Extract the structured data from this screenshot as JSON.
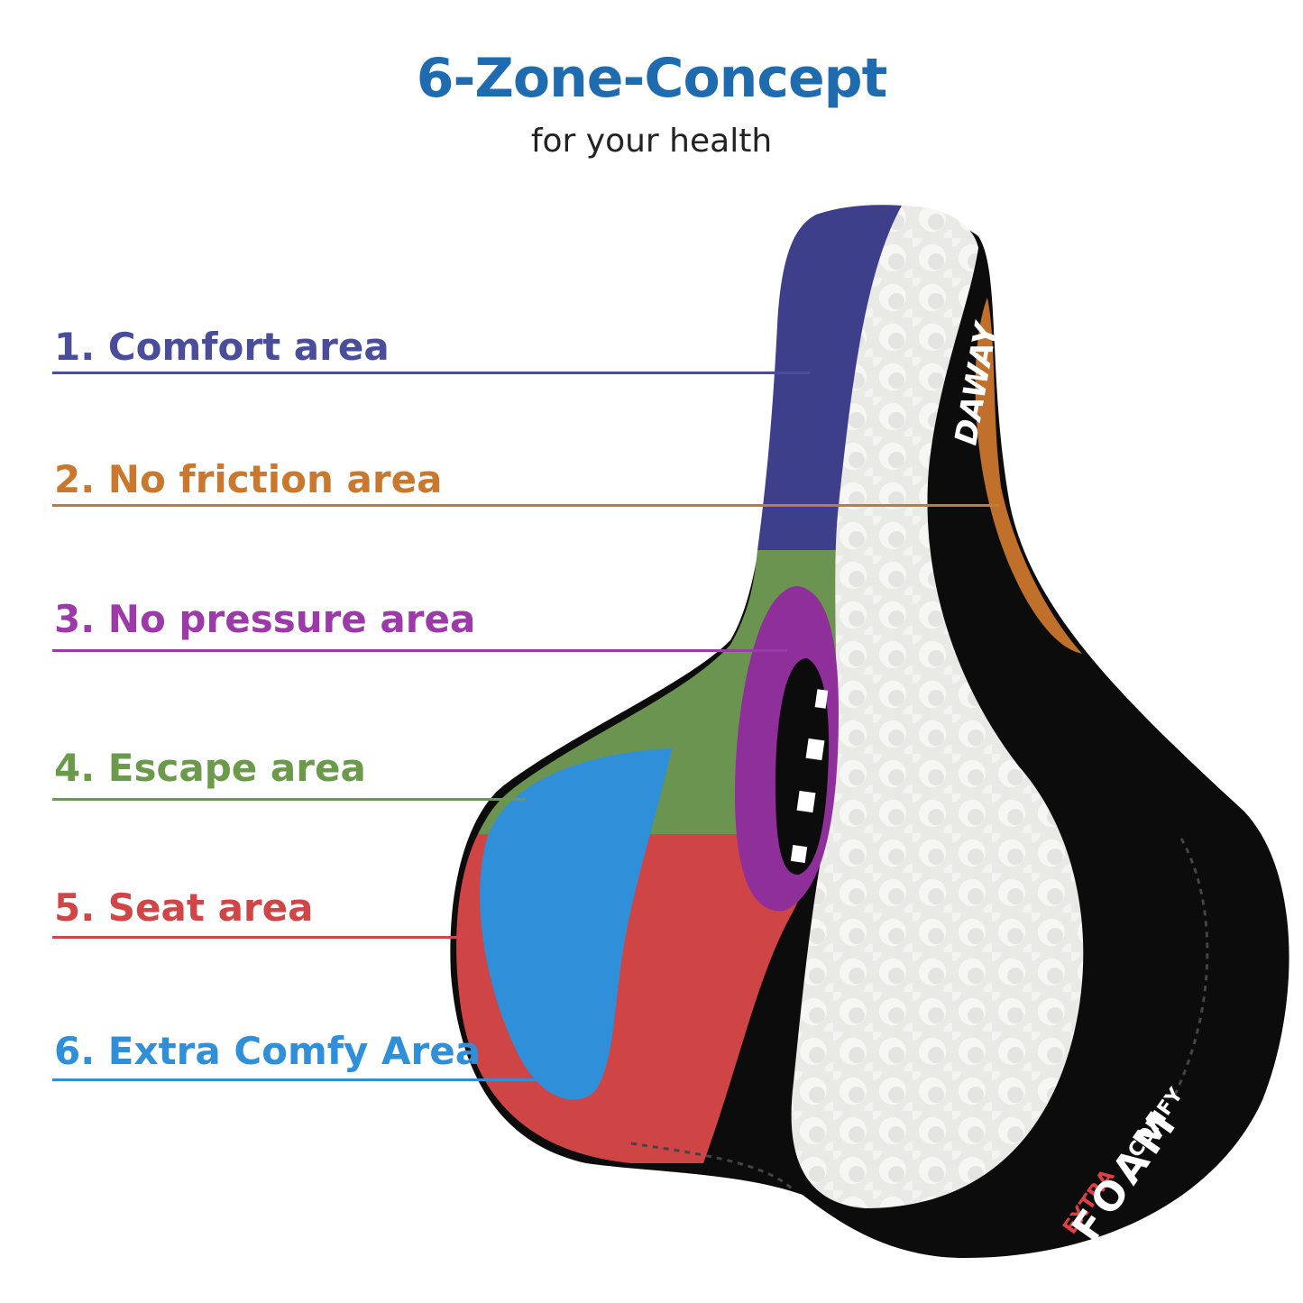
{
  "header": {
    "title": "6-Zone-Concept",
    "subtitle": "for your health",
    "title_color": "#1f6bb0",
    "subtitle_color": "#222222"
  },
  "zones": [
    {
      "label": "1. Comfort area",
      "color": "#4a4e9a"
    },
    {
      "label": "2. No friction area",
      "color": "#c9782d"
    },
    {
      "label": "3. No pressure area",
      "color": "#9b3aa8"
    },
    {
      "label": "4. Escape area",
      "color": "#6a9a4a"
    },
    {
      "label": "5. Seat area",
      "color": "#d04545"
    },
    {
      "label": "6. Extra Comfy Area",
      "color": "#2f8fd8"
    }
  ],
  "product": {
    "brand": "DAWAY",
    "foam_badge": {
      "line1": "EXTRA",
      "line2": "COMFY",
      "line3": "FOAM"
    }
  }
}
